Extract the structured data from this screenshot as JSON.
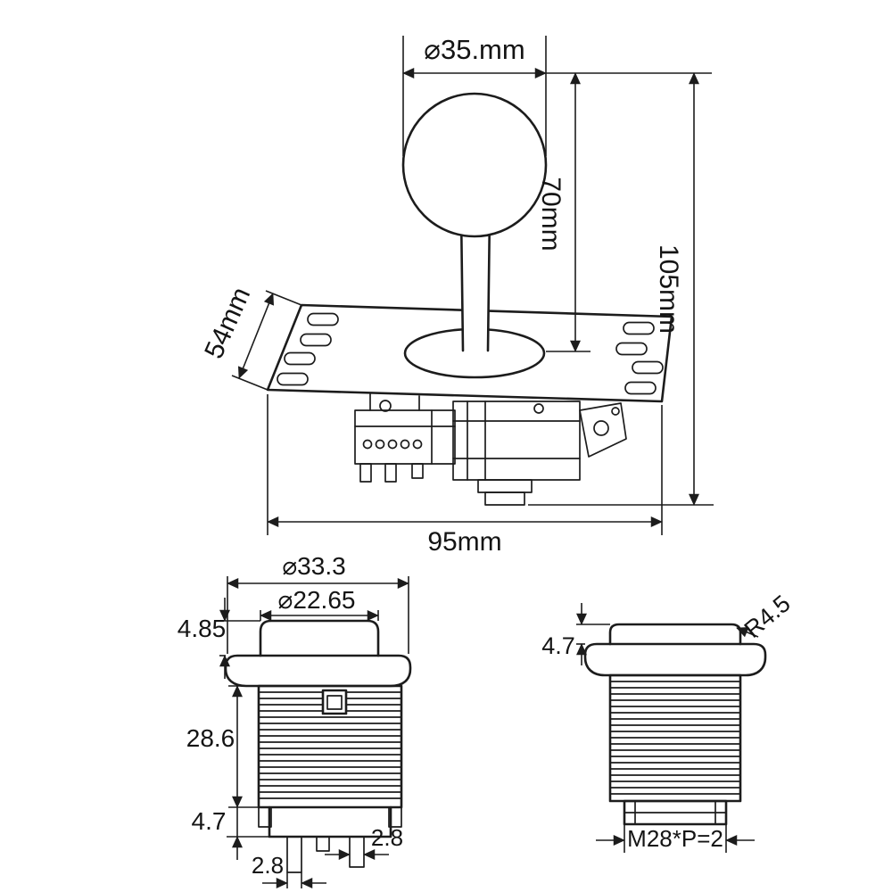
{
  "diagram": {
    "joystick": {
      "ball_diameter": "⌀35.mm",
      "shaft_height": "70mm",
      "overall_height": "105mm",
      "plate_width": "54mm",
      "plate_length": "95mm"
    },
    "small_button": {
      "flange_diameter": "⌀33.3",
      "plunger_diameter": "⌀22.65",
      "cap_height": "4.85",
      "body_height": "28.6",
      "base_height": "4.7",
      "terminal_width_left": "2.8",
      "terminal_width_right": "2.8"
    },
    "large_button": {
      "edge_radius": "R4.5",
      "cap_height": "4.7",
      "thread": "M28*P=2"
    },
    "colors": {
      "background": "#ffffff",
      "ink": "#1c1c1c"
    }
  }
}
